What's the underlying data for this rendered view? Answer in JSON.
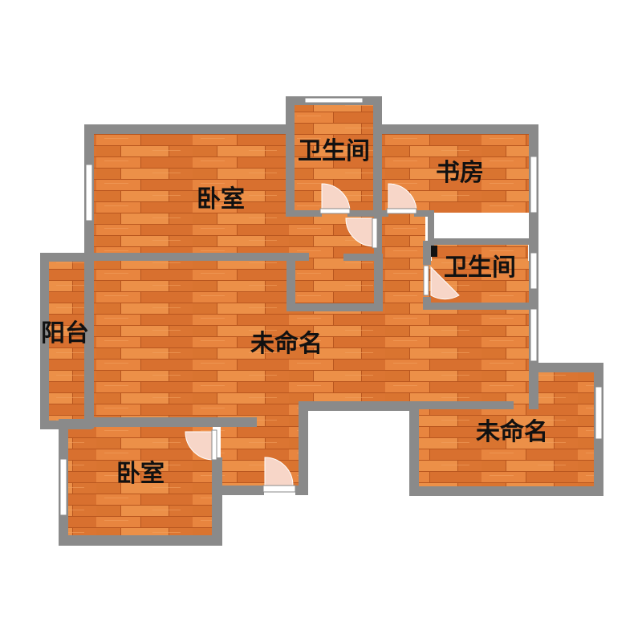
{
  "colors": {
    "wall": "#8a8a8a",
    "floor": "#e27d3a",
    "floor_dark": "#c9612a",
    "floor_light": "#ef9a57",
    "window": "#ffffff",
    "door": "#f7d6c8",
    "background": "#ffffff"
  },
  "rooms": [
    {
      "id": "bedroom-north",
      "label": "卧室"
    },
    {
      "id": "bathroom-north",
      "label": "卫生间"
    },
    {
      "id": "study",
      "label": "书房"
    },
    {
      "id": "bathroom-east",
      "label": "卫生间"
    },
    {
      "id": "balcony",
      "label": "阳台"
    },
    {
      "id": "living-main",
      "label": "未命名"
    },
    {
      "id": "living-east",
      "label": "未命名"
    },
    {
      "id": "bedroom-south",
      "label": "卧室"
    }
  ]
}
